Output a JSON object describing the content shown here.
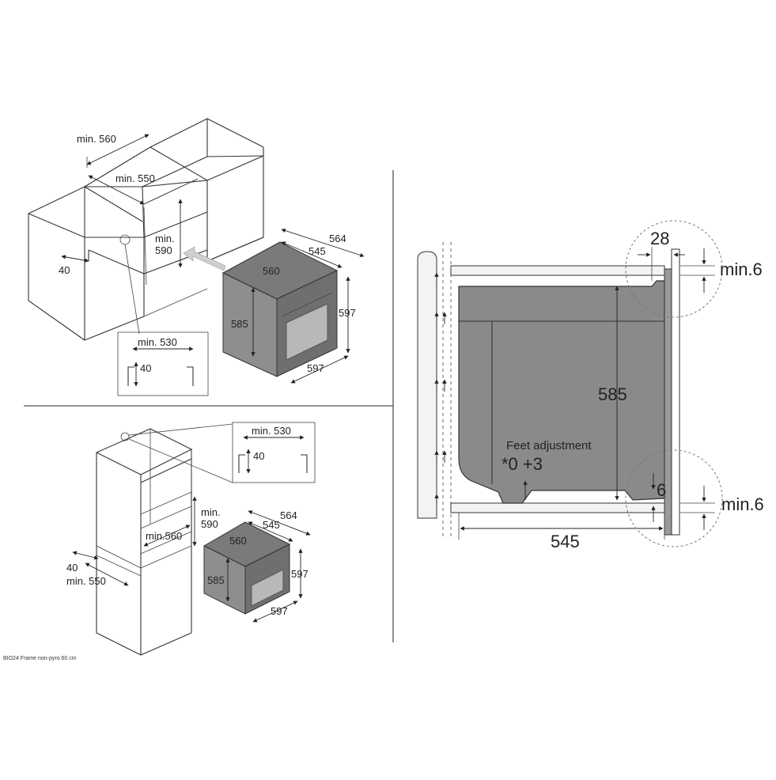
{
  "diagram": {
    "caption": "BIO24 Frame non-pyro 60 cm",
    "top_left": {
      "cabinet_width": "min. 560",
      "cabinet_depth": "min. 550",
      "opening_height": "min. 590",
      "side_gap": "40",
      "oven_depth_total": "564",
      "oven_depth_body": "545",
      "oven_width_body": "560",
      "oven_height_body": "585",
      "oven_height_front": "597",
      "oven_width_front": "597",
      "detail_width": "min. 530",
      "detail_height": "40"
    },
    "bottom_left": {
      "detail_width": "min. 530",
      "detail_height": "40",
      "opening_height": "min.\n590",
      "opening_width": "min.560",
      "side_gap": "40",
      "cabinet_depth": "min. 550",
      "oven_depth_total": "564",
      "oven_depth_body": "545",
      "oven_width_body": "560",
      "oven_height_body": "585",
      "oven_height_front": "597",
      "oven_width_front": "597"
    },
    "right": {
      "top_gap": "28",
      "top_min": "min.6",
      "height": "585",
      "feet_label": "Feet adjustment",
      "feet_value": "*0 +3",
      "bottom_gap": "6",
      "bottom_min": "min.6",
      "depth": "545"
    }
  }
}
